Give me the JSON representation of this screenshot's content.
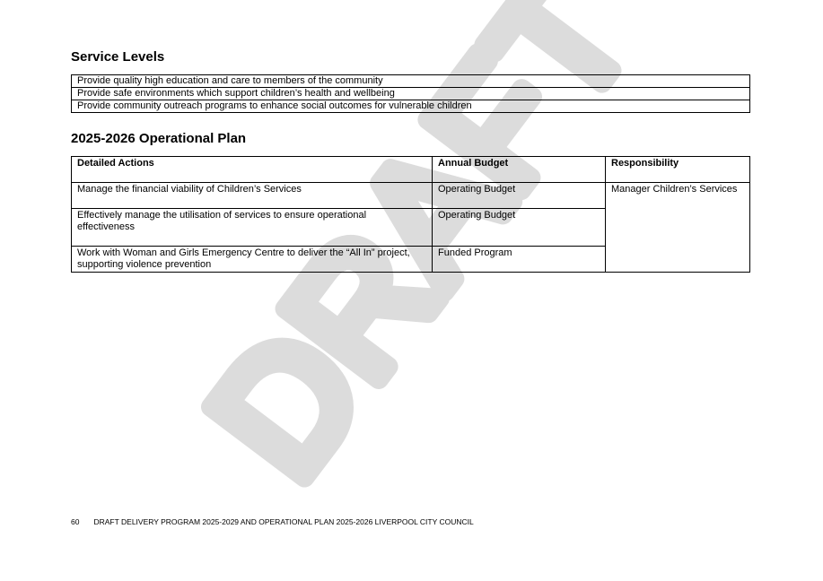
{
  "watermark": {
    "text": "DRAFT",
    "color": "#dcdcdc"
  },
  "service_levels": {
    "heading": "Service Levels",
    "rows": [
      "Provide quality high education and care to members of the community",
      "Provide safe environments which support children’s health and wellbeing",
      "Provide community outreach programs to enhance social outcomes for vulnerable children"
    ]
  },
  "operational_plan": {
    "heading": "2025-2026 Operational Plan",
    "columns": [
      "Detailed Actions",
      "Annual Budget",
      "Responsibility"
    ],
    "rows": [
      {
        "action": "Manage the financial viability of Children’s Services",
        "budget": "Operating Budget"
      },
      {
        "action": "Effectively manage the utilisation of services to ensure operational effectiveness",
        "budget": "Operating Budget"
      },
      {
        "action": "Work with Woman and Girls Emergency Centre to deliver the “All In” project, supporting violence prevention",
        "budget": "Funded Program"
      }
    ],
    "responsibility": "Manager Children’s Services"
  },
  "footer": {
    "page_number": "60",
    "text": "DRAFT DELIVERY PROGRAM 2025-2029 AND OPERATIONAL PLAN 2025-2026 LIVERPOOL CITY COUNCIL"
  }
}
